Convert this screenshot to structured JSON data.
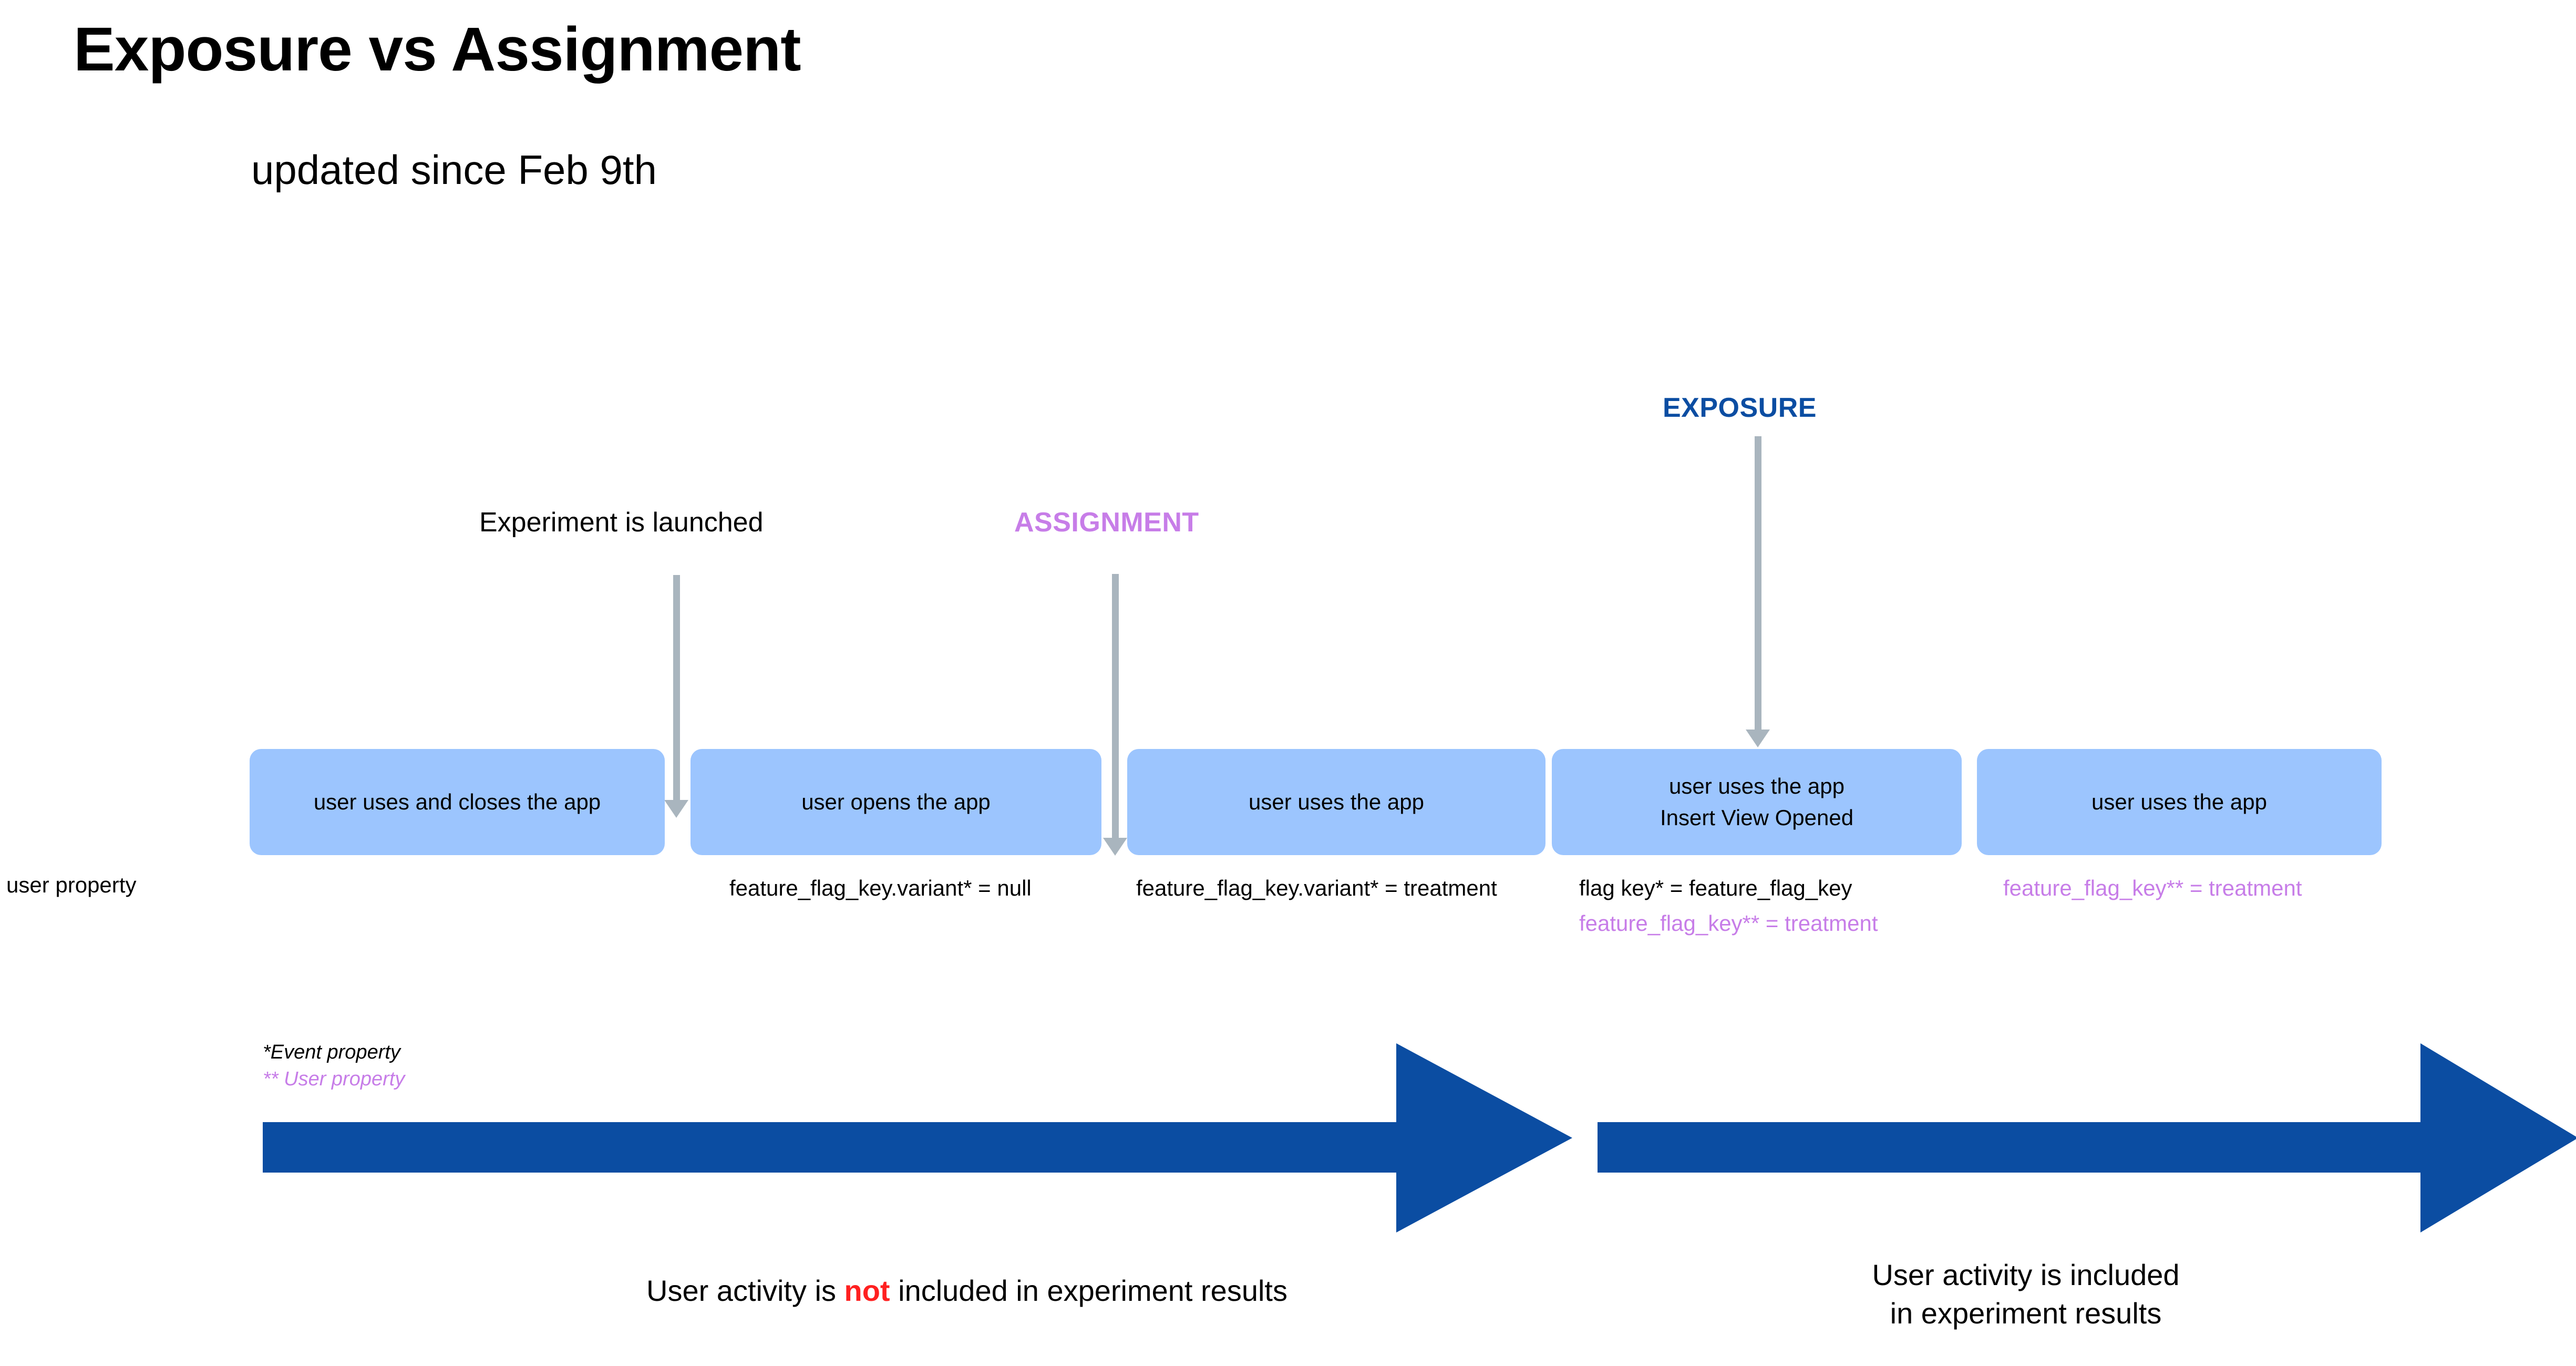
{
  "header": {
    "title": "Exposure vs Assignment",
    "subtitle": "updated since Feb 9th"
  },
  "timeline_labels": {
    "experiment_launched": "Experiment is launched",
    "assignment": "ASSIGNMENT",
    "exposure": "EXPOSURE"
  },
  "row_label": "user property",
  "boxes": [
    {
      "text": "user uses and closes the app",
      "line2": ""
    },
    {
      "text": "user opens the app",
      "line2": ""
    },
    {
      "text": "user uses the app",
      "line2": ""
    },
    {
      "text": "user uses the app",
      "line2": "Insert View Opened"
    },
    {
      "text": "user uses the app",
      "line2": ""
    }
  ],
  "notes": [
    {
      "text": "feature_flag_key.variant* = null",
      "kind": "event"
    },
    {
      "text": "feature_flag_key.variant* = treatment",
      "kind": "event"
    },
    {
      "text": "flag key* = feature_flag_key",
      "kind": "event"
    },
    {
      "text": "feature_flag_key** = treatment",
      "kind": "user"
    },
    {
      "text": "feature_flag_key** = treatment",
      "kind": "user"
    }
  ],
  "legend": {
    "event_property": "*Event property",
    "user_property": "** User property"
  },
  "captions": {
    "left_pre": "User activity is ",
    "left_emphasis": "not",
    "left_post": " included in experiment results",
    "right_line1": "User activity is included",
    "right_line2": "in experiment results"
  },
  "colors": {
    "box_fill": "#9CC5FE",
    "gray_arrow": "#A9B5BE",
    "blue_arrow": "#0B4DA2",
    "exposure_blue": "#0B4DA2",
    "assignment_purple": "#C77DE8",
    "not_red": "#FF2020"
  }
}
